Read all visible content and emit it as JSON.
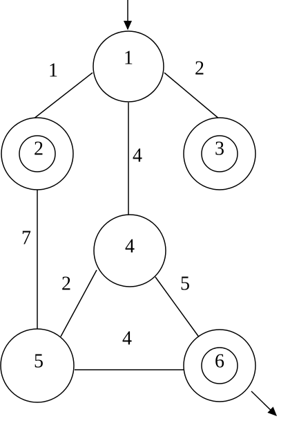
{
  "nodes": [
    {
      "id": "1",
      "label": "1",
      "accepting": false
    },
    {
      "id": "2",
      "label": "2",
      "accepting": true
    },
    {
      "id": "3",
      "label": "3",
      "accepting": true
    },
    {
      "id": "4",
      "label": "4",
      "accepting": false
    },
    {
      "id": "5",
      "label": "5",
      "accepting": false
    },
    {
      "id": "6",
      "label": "6",
      "accepting": true
    }
  ],
  "edges": [
    {
      "from": "1",
      "to": "2",
      "weight": "1"
    },
    {
      "from": "1",
      "to": "3",
      "weight": "2"
    },
    {
      "from": "1",
      "to": "4",
      "weight": "4"
    },
    {
      "from": "2",
      "to": "5",
      "weight": "7"
    },
    {
      "from": "4",
      "to": "5",
      "weight": "2"
    },
    {
      "from": "4",
      "to": "6",
      "weight": "5"
    },
    {
      "from": "5",
      "to": "6",
      "weight": "4"
    }
  ],
  "entry_arrow": {
    "target": "1"
  },
  "exit_arrow": {
    "source": "6"
  }
}
